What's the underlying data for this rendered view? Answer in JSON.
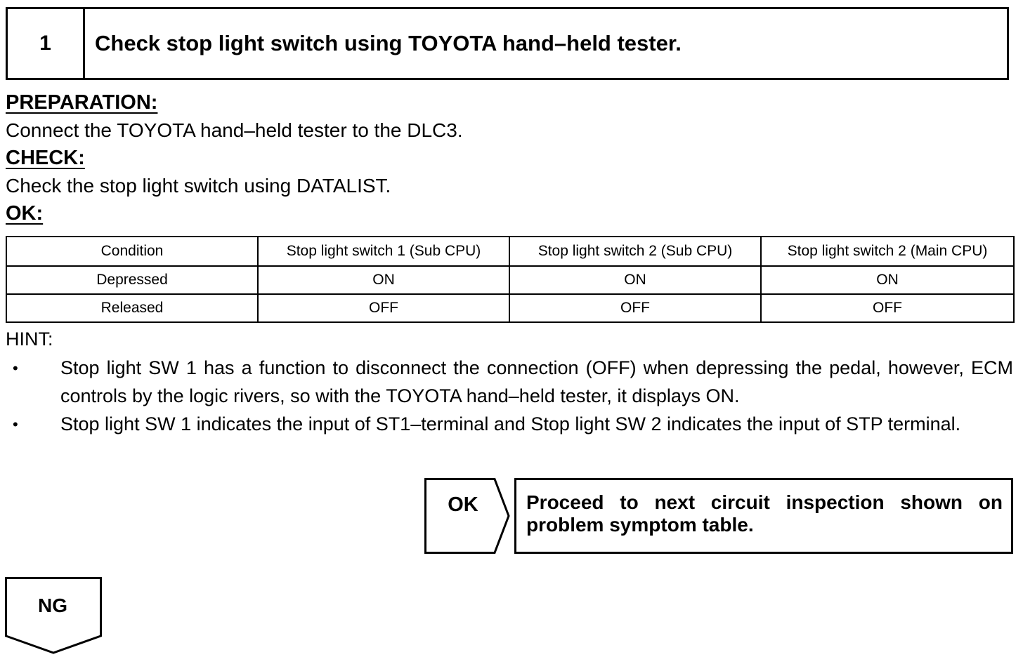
{
  "step": {
    "number": "1",
    "title": "Check stop light switch using TOYOTA hand–held tester."
  },
  "preparation": {
    "label": "PREPARATION:",
    "text": "Connect the TOYOTA hand–held tester to the DLC3."
  },
  "check": {
    "label": "CHECK:",
    "text": "Check the stop light switch using DATALIST."
  },
  "ok_section": {
    "label": "OK:"
  },
  "table": {
    "headers": [
      "Condition",
      "Stop light switch 1 (Sub CPU)",
      "Stop light switch 2 (Sub CPU)",
      "Stop light switch 2 (Main CPU)"
    ],
    "rows": [
      [
        "Depressed",
        "ON",
        "ON",
        "ON"
      ],
      [
        "Released",
        "OFF",
        "OFF",
        "OFF"
      ]
    ]
  },
  "hint": {
    "label": "HINT:",
    "bullet_symbol": "•",
    "items": [
      "Stop light SW 1 has a function to disconnect the connection (OFF) when depressing the pedal, however, ECM controls by the logic rivers, so with the TOYOTA hand–held tester, it displays ON.",
      "Stop light SW 1 indicates the input of ST1–terminal and Stop light SW 2 indicates the input of STP terminal."
    ]
  },
  "ok_branch": {
    "label": "OK",
    "result": "Proceed to next circuit inspection shown on problem symptom table."
  },
  "ng_branch": {
    "label": "NG"
  }
}
